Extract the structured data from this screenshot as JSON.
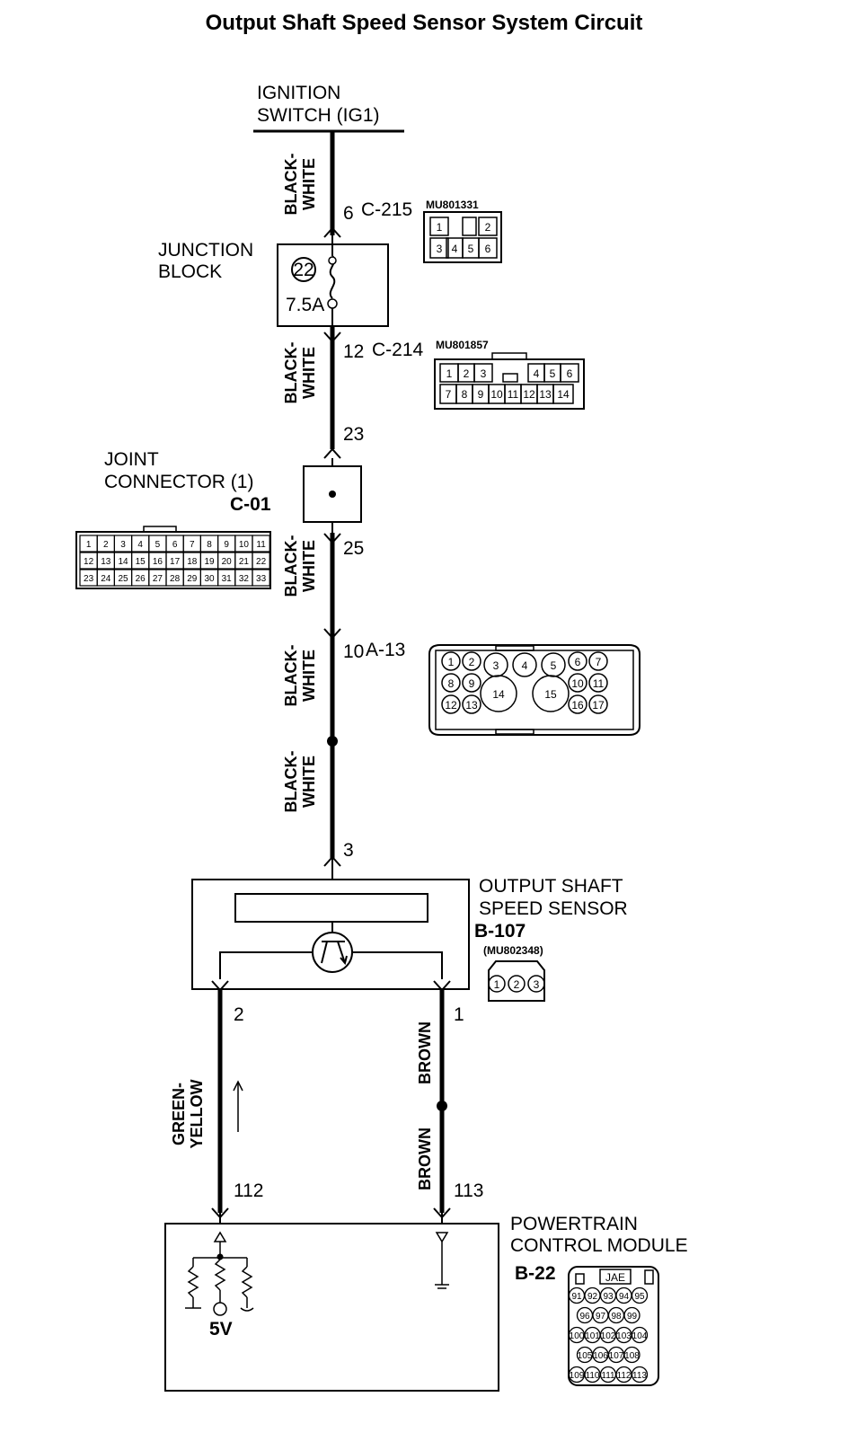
{
  "title": "Output Shaft Speed Sensor System Circuit",
  "ignition": {
    "line1": "IGNITION",
    "line2": "SWITCH (IG1)"
  },
  "junction_block": {
    "line1": "JUNCTION",
    "line2": "BLOCK",
    "fuse_no": "22",
    "fuse_rating": "7.5A"
  },
  "connector_c215": {
    "pin": "6",
    "id": "C-215",
    "part": "MU801331",
    "pins": [
      "1",
      "2",
      "3",
      "4",
      "5",
      "6"
    ]
  },
  "connector_c214": {
    "pin": "12",
    "id": "C-214",
    "part": "MU801857",
    "pins": [
      "1",
      "2",
      "3",
      "4",
      "5",
      "6",
      "7",
      "8",
      "9",
      "10",
      "11",
      "12",
      "13",
      "14"
    ]
  },
  "joint_connector": {
    "line1": "JOINT",
    "line2": "CONNECTOR (1)",
    "id": "C-01",
    "pin_in": "23",
    "pin_out": "25",
    "rows": [
      [
        "1",
        "2",
        "3",
        "4",
        "5",
        "6",
        "7",
        "8",
        "9",
        "10",
        "11"
      ],
      [
        "12",
        "13",
        "14",
        "15",
        "16",
        "17",
        "18",
        "19",
        "20",
        "21",
        "22"
      ],
      [
        "23",
        "24",
        "25",
        "26",
        "27",
        "28",
        "29",
        "30",
        "31",
        "32",
        "33"
      ]
    ]
  },
  "connector_a13": {
    "pin": "10",
    "id": "A-13",
    "pins": [
      "1",
      "2",
      "3",
      "4",
      "5",
      "6",
      "7",
      "8",
      "9",
      "10",
      "11",
      "12",
      "13",
      "14",
      "15",
      "16",
      "17"
    ]
  },
  "sensor": {
    "line1": "OUTPUT SHAFT",
    "line2": "SPEED SENSOR",
    "id": "B-107",
    "part": "(MU802348)",
    "pin_supply": "3",
    "pin_signal": "2",
    "pin_ground": "1",
    "pins": [
      "1",
      "2",
      "3"
    ]
  },
  "wires": {
    "supply": {
      "line1": "BLACK-",
      "line2": "WHITE"
    },
    "signal": {
      "line1": "GREEN-",
      "line2": "YELLOW"
    },
    "ground": "BROWN"
  },
  "pcm": {
    "line1": "POWERTRAIN",
    "line2": "CONTROL MODULE",
    "id": "B-22",
    "pin_signal": "112",
    "pin_ground": "113",
    "voltage": "5V",
    "maker": "JAE",
    "pins": [
      "91",
      "92",
      "93",
      "94",
      "95",
      "96",
      "97",
      "98",
      "99",
      "100",
      "101",
      "102",
      "103",
      "104",
      "105",
      "106",
      "107",
      "108",
      "109",
      "110",
      "111",
      "112",
      "113"
    ]
  }
}
